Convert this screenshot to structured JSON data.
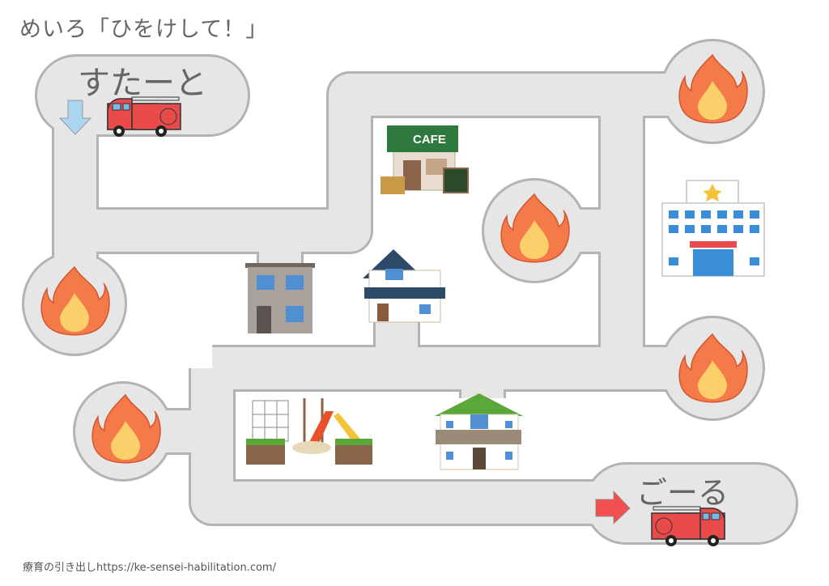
{
  "title": "めいろ「ひをけして！」",
  "start_label": "すたーと",
  "goal_label": "ごーる",
  "cafe_sign": "CAFE",
  "footer": "療育の引き出しhttps://ke-sensei-habilitation.com/",
  "colors": {
    "path_fill": "#e6e6e6",
    "path_outline": "#b3b3b3",
    "start_arrow": "#aad4f0",
    "goal_arrow": "#f25050",
    "fire_outer": "#f47a4a",
    "fire_inner": "#fbd06a",
    "truck": "#e94a4a"
  },
  "icons": [
    "fire-icon",
    "fire-truck-icon",
    "cafe-icon",
    "apartment-icon",
    "house-icon",
    "hospital-icon",
    "playground-icon",
    "arrow-down-icon",
    "arrow-right-icon"
  ]
}
